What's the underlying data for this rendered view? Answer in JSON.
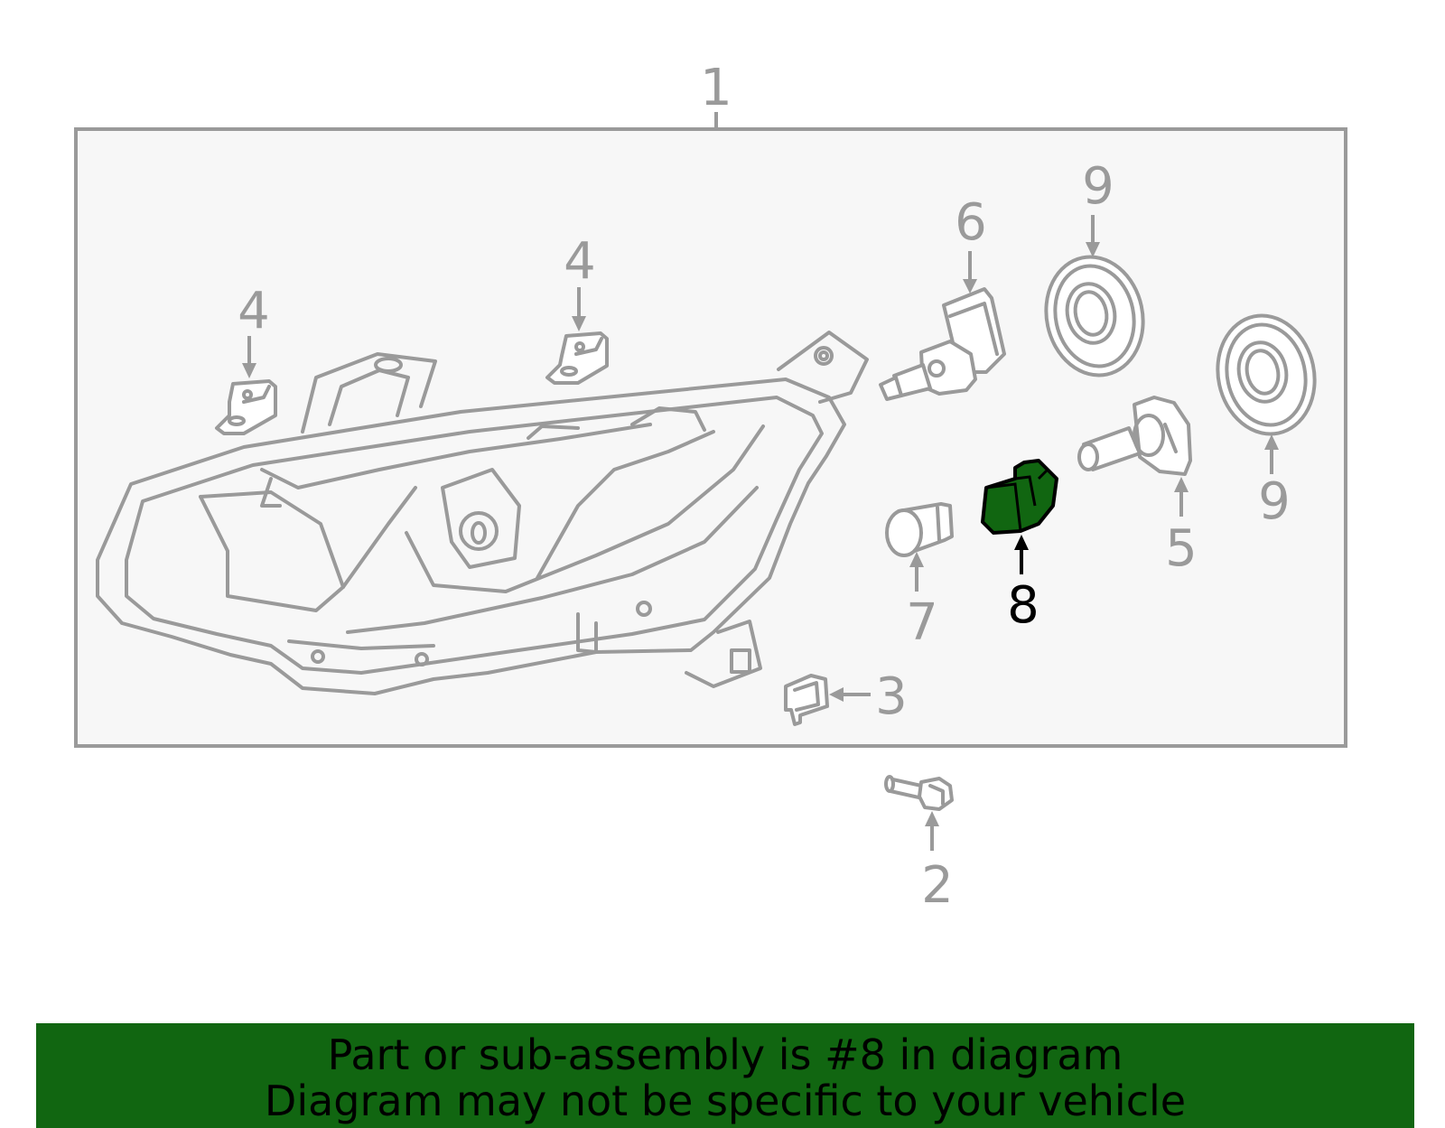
{
  "colors": {
    "line": "#9a9a9a",
    "highlight": "#116611",
    "frame_fill": "#f7f7f7",
    "banner": "#116611",
    "active_label": "#000000"
  },
  "callouts": {
    "c1": "1",
    "c2": "2",
    "c3": "3",
    "c4a": "4",
    "c4b": "4",
    "c5": "5",
    "c6": "6",
    "c7": "7",
    "c8": "8",
    "c9a": "9",
    "c9b": "9"
  },
  "highlighted_part": "8",
  "banner": {
    "line1": "Part or sub-assembly is #8 in diagram",
    "line2": "Diagram may not be specific to your vehicle"
  }
}
